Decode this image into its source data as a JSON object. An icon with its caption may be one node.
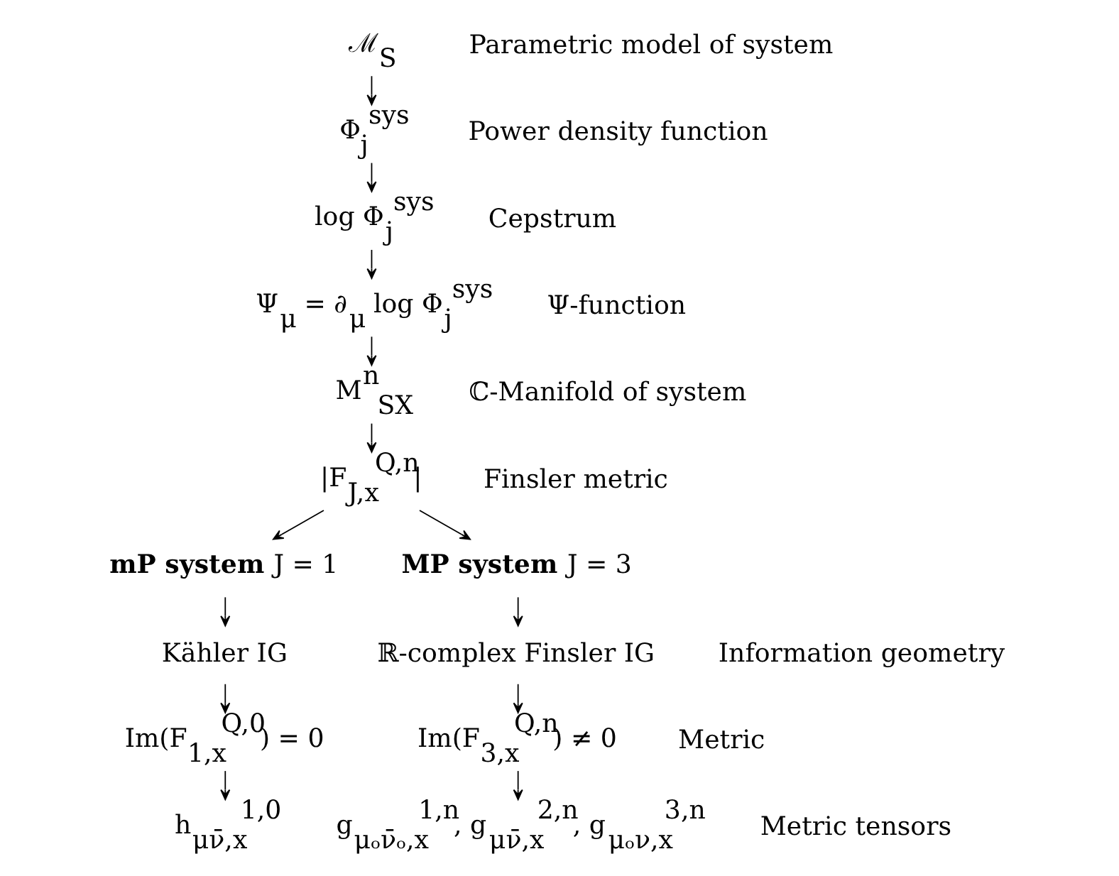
{
  "diagram": {
    "nodes": [
      {
        "text": [
          "ℳ$_{S}$"
        ]
      },
      {
        "text": [
          "Φ$_{j}$$^{sys}$"
        ]
      },
      {
        "text": [
          "log Φ$_{j}$$^{sys}$"
        ]
      },
      {
        "text": [
          "Ψ$_{μ}$ = ∂$_{μ}$ log Φ$_{j}$$^{sys}$"
        ]
      },
      {
        "text": [
          "M$^{n}$$_{SX}$"
        ]
      },
      {
        "text": [
          "|F$_{J,x}$$^{Q,n}$|"
        ]
      },
      {
        "text": [
          "**mP system** J = 1"
        ]
      },
      {
        "text": [
          "**MP system** J = 3"
        ]
      },
      {
        "text": [
          "Kähler IG"
        ]
      },
      {
        "text": [
          "ℝ-complex Finsler IG"
        ]
      },
      {
        "text": [
          "Im(F$_{1,x}$$^{Q,0}$) = 0"
        ]
      },
      {
        "text": [
          "Im(F$_{3,x}$$^{Q,n}$) ≠ 0"
        ]
      },
      {
        "text": [
          "h$_{μν̄,x}$$^{1,0}$"
        ]
      },
      {
        "text": [
          "g$_{μₒν̄ₒ,x}$$^{1,n}$, g$_{μν̄,x}$$^{2,n}$, g$_{μₒν,x}$$^{3,n}$"
        ]
      }
    ],
    "edges": [
      {
        "from": 0,
        "to": 1,
        "arrow": "to"
      },
      {
        "from": 1,
        "to": 2,
        "arrow": "to"
      },
      {
        "from": 2,
        "to": 3,
        "arrow": "to"
      },
      {
        "from": 3,
        "to": 4,
        "arrow": "to"
      },
      {
        "from": 4,
        "to": 5,
        "arrow": "to"
      },
      {
        "from": 5,
        "to": 6,
        "arrow": "to"
      },
      {
        "from": 5,
        "to": 7,
        "arrow": "to"
      },
      {
        "from": 6,
        "to": 8,
        "arrow": "to"
      },
      {
        "from": 7,
        "to": 9,
        "arrow": "to"
      },
      {
        "from": 8,
        "to": 10,
        "arrow": "to"
      },
      {
        "from": 9,
        "to": 11,
        "arrow": "to"
      },
      {
        "from": 10,
        "to": 12,
        "arrow": "to"
      },
      {
        "from": 11,
        "to": 13,
        "arrow": "to"
      }
    ],
    "labels": [
      "Parametric model of system",
      "Power density function",
      "Cepstrum",
      "Ψ-function",
      "ℂ-Manifold of system",
      "Finsler metric",
      "Information geometry",
      "Metric",
      "Metric tensors"
    ]
  }
}
